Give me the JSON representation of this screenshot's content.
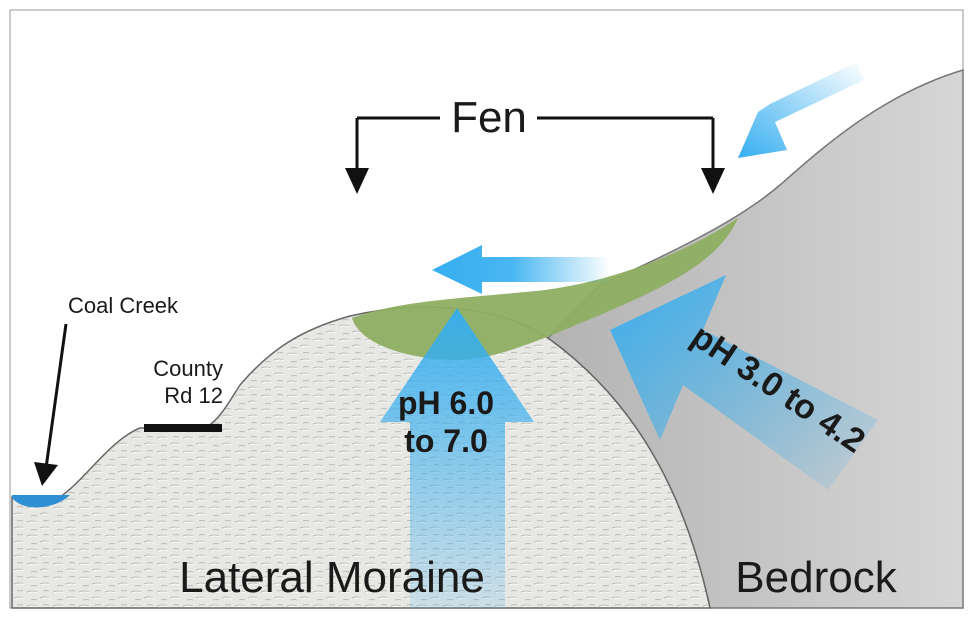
{
  "labels": {
    "fen": "Fen",
    "coal_creek": "Coal Creek",
    "county_line1": "County",
    "county_line2": "Rd 12",
    "moraine_ph_line1": "pH 6.0",
    "moraine_ph_line2": "to 7.0",
    "bedrock_ph": "pH 3.0 to 4.2",
    "lateral_moraine": "Lateral Moraine",
    "bedrock": "Bedrock"
  },
  "colors": {
    "moraine": "#e6e6e3",
    "bedrock": "#c3c3c3",
    "fen": "#8fae63",
    "water": "#2f8fd3",
    "flow_arrow": "#35aef0",
    "road": "#111111"
  },
  "icons": {
    "fen_bracket": "bracket-down-arrows",
    "creek_pointer": "arrow-down-left",
    "flow_arrows": "blue-gradient-arrow"
  }
}
